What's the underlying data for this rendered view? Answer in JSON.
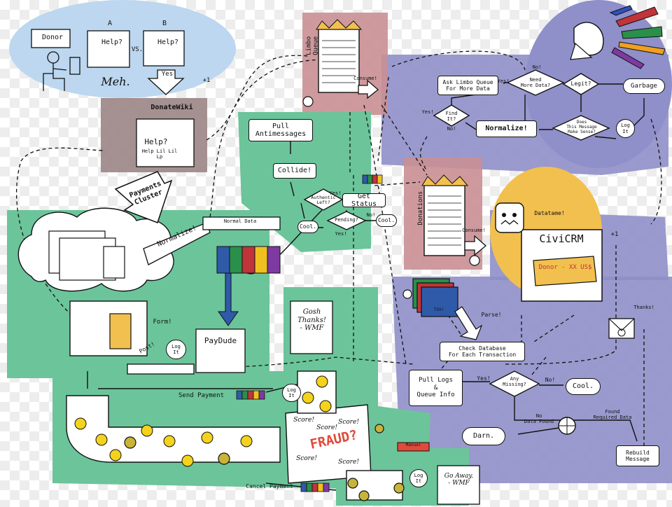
{
  "colors": {
    "blue_region": "#8f8fc9",
    "green_region": "#6cc49a",
    "red_region": "#c98f94",
    "brown_region": "#9b8585",
    "orange_region": "#f2c04f",
    "light_blue": "#bcd7ef",
    "smiley": "#f5d21c"
  },
  "top_left": {
    "donor": "Donor",
    "a": "A",
    "b": "B",
    "help_a": "Help?",
    "help_b": "Help?",
    "vs": "VS.",
    "yes": "Yes",
    "meh": "Meh.",
    "tally": "+1"
  },
  "donatewiki": {
    "title": "DonateWiki",
    "help": "Help?",
    "sub": "Help Lil Lil Lp"
  },
  "payments_cluster": "Payments\nCluster",
  "normalize": "Normalize!",
  "normal_data": "Normal Data",
  "form": "Form!",
  "post": "Post!",
  "log_it": "Log\nIt",
  "paydude": "PayDude",
  "limbo_queue": "Limbo Queue",
  "consume": "Consume!",
  "pull_antimessages": "Pull\nAntimessages",
  "collide": "Collide!",
  "authentic_left": "Authentic\nLeft?",
  "get_status": "Get Status",
  "pending": "Pending?",
  "cool": "Cool.",
  "yes": "Yes!",
  "no": "No!",
  "ask_limbo": "Ask Limbo Queue\nFor More Data",
  "need_more": "Need\nMore Data?",
  "legit": "Legit?",
  "garbage": "Garbage",
  "find_it": "Find\nIt?",
  "normalize_box": "Normalize!",
  "makes_sense": "Does\nThis Message\nMake Sense?",
  "donations": "Donations",
  "datatame": "Datatame!",
  "civicrm": "CiviCRM",
  "donor_amount": "Donor - XX US$",
  "plus_one": "+1",
  "thanks": "Thanks!",
  "parse": "Parse!",
  "tsv": "TSV!",
  "check_db": "Check Database\nFor Each Transaction",
  "any_missing": "Any\nMissing?",
  "pull_logs": "Pull Logs\n&\nQueue Info",
  "no_data_found": "No\nData Found",
  "found_required": "Found\nRequired Data",
  "darn": "Darn.",
  "rebuild": "Rebuild\nMessage",
  "gosh": "Gosh\nThanks!\n- WMF",
  "send_payment": "Send Payment",
  "cancel_payment": "Cancel Payment",
  "score": "Score!",
  "fraud": "FRAUD?",
  "manual": "Manual",
  "go_away": "Go Away.\n- WMF"
}
